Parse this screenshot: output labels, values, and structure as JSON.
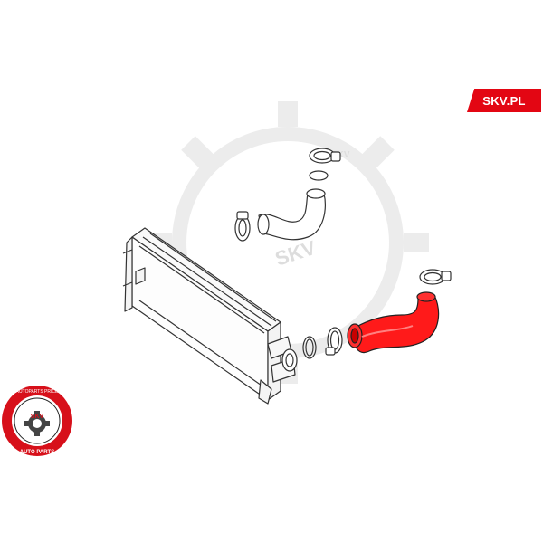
{
  "brand": {
    "badge_text": "SKV.PL",
    "accent_color": "#e30613"
  },
  "watermark": {
    "text": "SKV",
    "icon": "gear-watermark-icon"
  },
  "seal": {
    "top_text": "AUTOPARTS PRICE",
    "bottom_text": "AUTO PARTS",
    "center_text": "SKV",
    "icon": "seal-logo-icon"
  },
  "diagram": {
    "highlight_color": "#ff1a1a",
    "parts": [
      {
        "name": "intercooler-radiator",
        "highlighted": false
      },
      {
        "name": "upper-clamp",
        "highlighted": false
      },
      {
        "name": "upper-o-ring",
        "highlighted": false
      },
      {
        "name": "upper-hose",
        "highlighted": false
      },
      {
        "name": "left-clamp",
        "highlighted": false
      },
      {
        "name": "outlet-o-ring",
        "highlighted": false
      },
      {
        "name": "outlet-clamp",
        "highlighted": false
      },
      {
        "name": "charge-air-hose",
        "highlighted": true
      },
      {
        "name": "hose-clamp-right",
        "highlighted": false
      }
    ]
  }
}
